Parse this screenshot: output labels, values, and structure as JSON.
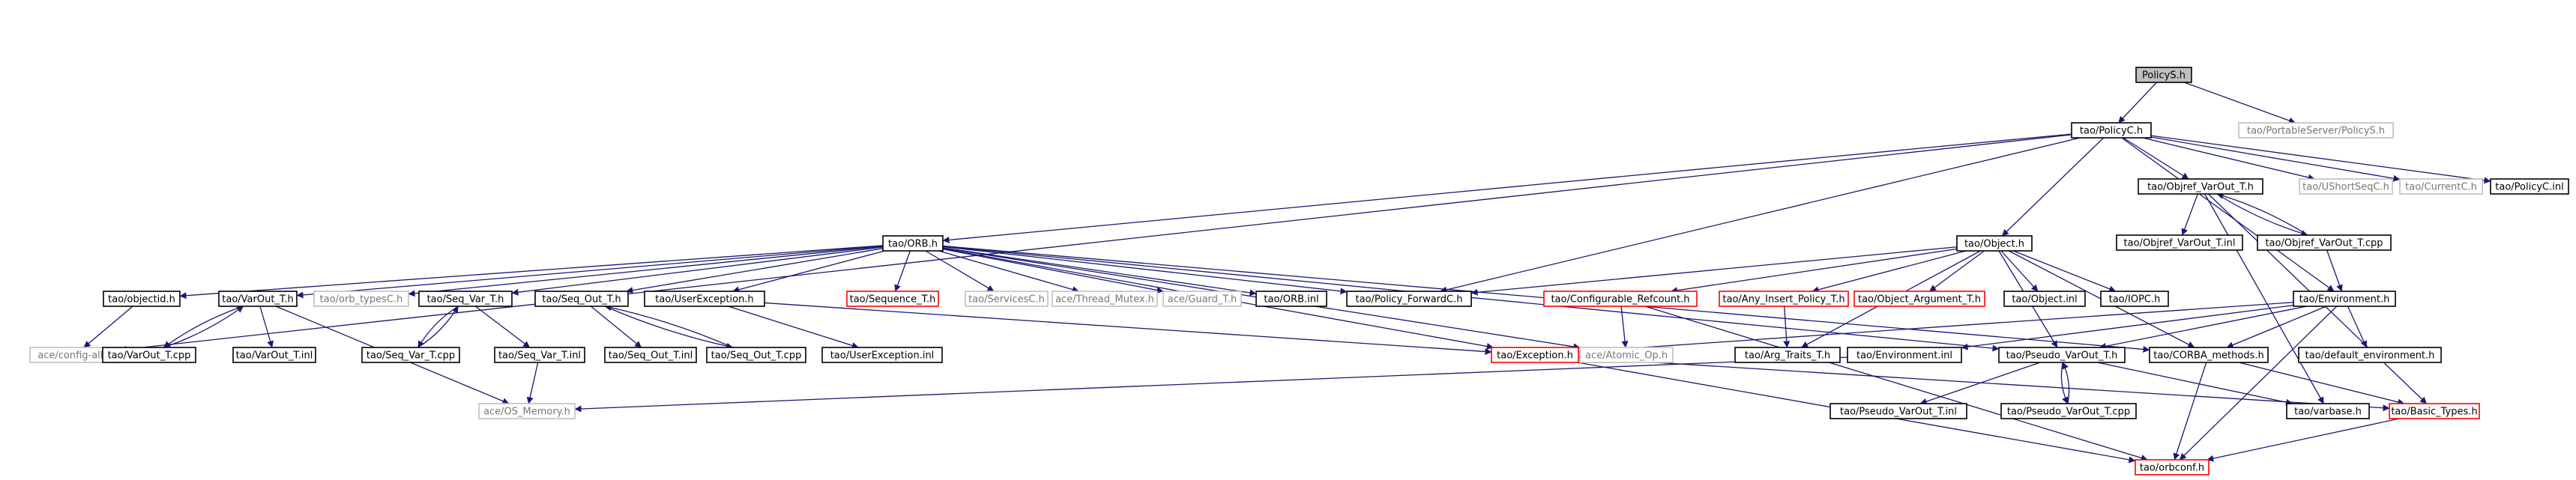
{
  "colors": {
    "normal_border": "#000000",
    "missing_border": "#ff0000",
    "external_border": "#bfbfbf",
    "root_fill": "#bfbfbf",
    "edge": "#191970",
    "text": "#000000",
    "muted_text": "#777777"
  },
  "nodes": [
    {
      "id": "root",
      "label": "PolicyS.h",
      "kind": "root"
    },
    {
      "id": "portable",
      "label": "tao/PortableServer/PolicyS.h",
      "kind": "external"
    },
    {
      "id": "policyc",
      "label": "tao/PolicyC.h",
      "kind": "normal"
    },
    {
      "id": "orb",
      "label": "tao/ORB.h",
      "kind": "normal"
    },
    {
      "id": "object",
      "label": "tao/Object.h",
      "kind": "normal"
    },
    {
      "id": "objvarh",
      "label": "tao/Objref_VarOut_T.h",
      "kind": "normal"
    },
    {
      "id": "ushort",
      "label": "tao/UShortSeqC.h",
      "kind": "external"
    },
    {
      "id": "currentc",
      "label": "tao/CurrentC.h",
      "kind": "external"
    },
    {
      "id": "policycinl",
      "label": "tao/PolicyC.inl",
      "kind": "normal"
    },
    {
      "id": "objvarinl",
      "label": "tao/Objref_VarOut_T.inl",
      "kind": "normal"
    },
    {
      "id": "objvarcpp",
      "label": "tao/Objref_VarOut_T.cpp",
      "kind": "normal"
    },
    {
      "id": "objectid",
      "label": "tao/objectid.h",
      "kind": "normal"
    },
    {
      "id": "varouth",
      "label": "tao/VarOut_T.h",
      "kind": "normal"
    },
    {
      "id": "orbtypes",
      "label": "tao/orb_typesC.h",
      "kind": "external"
    },
    {
      "id": "seqvarh",
      "label": "tao/Seq_Var_T.h",
      "kind": "normal"
    },
    {
      "id": "seqouth",
      "label": "tao/Seq_Out_T.h",
      "kind": "normal"
    },
    {
      "id": "userexc",
      "label": "tao/UserException.h",
      "kind": "normal"
    },
    {
      "id": "sequence",
      "label": "tao/Sequence_T.h",
      "kind": "missing"
    },
    {
      "id": "servicesc",
      "label": "tao/ServicesC.h",
      "kind": "external"
    },
    {
      "id": "threadmutex",
      "label": "ace/Thread_Mutex.h",
      "kind": "external"
    },
    {
      "id": "guard",
      "label": "ace/Guard_T.h",
      "kind": "external"
    },
    {
      "id": "orbinl",
      "label": "tao/ORB.inl",
      "kind": "normal"
    },
    {
      "id": "policyfwd",
      "label": "tao/Policy_ForwardC.h",
      "kind": "normal"
    },
    {
      "id": "configref",
      "label": "tao/Configurable_Refcount.h",
      "kind": "missing"
    },
    {
      "id": "anyinsert",
      "label": "tao/Any_Insert_Policy_T.h",
      "kind": "missing"
    },
    {
      "id": "objarg",
      "label": "tao/Object_Argument_T.h",
      "kind": "missing"
    },
    {
      "id": "objectinl",
      "label": "tao/Object.inl",
      "kind": "normal"
    },
    {
      "id": "iopc",
      "label": "tao/IOPC.h",
      "kind": "normal"
    },
    {
      "id": "environment",
      "label": "tao/Environment.h",
      "kind": "normal"
    },
    {
      "id": "configall",
      "label": "ace/config-all.h",
      "kind": "external"
    },
    {
      "id": "varoutcpp",
      "label": "tao/VarOut_T.cpp",
      "kind": "normal"
    },
    {
      "id": "varoutinl",
      "label": "tao/VarOut_T.inl",
      "kind": "normal"
    },
    {
      "id": "seqvarcpp",
      "label": "tao/Seq_Var_T.cpp",
      "kind": "normal"
    },
    {
      "id": "seqvarinl",
      "label": "tao/Seq_Var_T.inl",
      "kind": "normal"
    },
    {
      "id": "seqoutinl",
      "label": "tao/Seq_Out_T.inl",
      "kind": "normal"
    },
    {
      "id": "seqoutcpp",
      "label": "tao/Seq_Out_T.cpp",
      "kind": "normal"
    },
    {
      "id": "userexcinl",
      "label": "tao/UserException.inl",
      "kind": "normal"
    },
    {
      "id": "exception",
      "label": "tao/Exception.h",
      "kind": "missing"
    },
    {
      "id": "atomic",
      "label": "ace/Atomic_Op.h",
      "kind": "external"
    },
    {
      "id": "argtraits",
      "label": "tao/Arg_Traits_T.h",
      "kind": "normal"
    },
    {
      "id": "envinl",
      "label": "tao/Environment.inl",
      "kind": "normal"
    },
    {
      "id": "pseudoh",
      "label": "tao/Pseudo_VarOut_T.h",
      "kind": "normal"
    },
    {
      "id": "corbamethods",
      "label": "tao/CORBA_methods.h",
      "kind": "normal"
    },
    {
      "id": "defaultenv",
      "label": "tao/default_environment.h",
      "kind": "normal"
    },
    {
      "id": "osmemory",
      "label": "ace/OS_Memory.h",
      "kind": "external"
    },
    {
      "id": "pseudoinl",
      "label": "tao/Pseudo_VarOut_T.inl",
      "kind": "normal"
    },
    {
      "id": "pseudocpp",
      "label": "tao/Pseudo_VarOut_T.cpp",
      "kind": "normal"
    },
    {
      "id": "varbase",
      "label": "tao/varbase.h",
      "kind": "normal"
    },
    {
      "id": "basictypes",
      "label": "tao/Basic_Types.h",
      "kind": "missing"
    },
    {
      "id": "orbconf",
      "label": "tao/orbconf.h",
      "kind": "missing"
    }
  ],
  "edges": [
    [
      "root",
      "policyc"
    ],
    [
      "root",
      "portable"
    ],
    [
      "policyc",
      "orb"
    ],
    [
      "policyc",
      "object"
    ],
    [
      "policyc",
      "objvarh"
    ],
    [
      "policyc",
      "ushort"
    ],
    [
      "policyc",
      "currentc"
    ],
    [
      "policyc",
      "policycinl"
    ],
    [
      "policyc",
      "policyfwd"
    ],
    [
      "policyc",
      "configall"
    ],
    [
      "policyc",
      "environment"
    ],
    [
      "objvarh",
      "objvarinl"
    ],
    [
      "objvarh",
      "objvarcpp"
    ],
    [
      "objvarcpp",
      "objvarh"
    ],
    [
      "objvarh",
      "basictypes"
    ],
    [
      "objvarh",
      "varbase"
    ],
    [
      "objvarcpp",
      "environment"
    ],
    [
      "orb",
      "objectid"
    ],
    [
      "orb",
      "varouth"
    ],
    [
      "orb",
      "orbtypes"
    ],
    [
      "orb",
      "seqvarh"
    ],
    [
      "orb",
      "seqouth"
    ],
    [
      "orb",
      "userexc"
    ],
    [
      "orb",
      "sequence"
    ],
    [
      "orb",
      "servicesc"
    ],
    [
      "orb",
      "threadmutex"
    ],
    [
      "orb",
      "guard"
    ],
    [
      "orb",
      "orbinl"
    ],
    [
      "orb",
      "policyfwd"
    ],
    [
      "orb",
      "exception"
    ],
    [
      "orb",
      "pseudoh"
    ],
    [
      "orb",
      "corbamethods"
    ],
    [
      "orb",
      "atomic"
    ],
    [
      "object",
      "policyfwd"
    ],
    [
      "object",
      "configref"
    ],
    [
      "object",
      "anyinsert"
    ],
    [
      "object",
      "objarg"
    ],
    [
      "object",
      "objectinl"
    ],
    [
      "object",
      "iopc"
    ],
    [
      "object",
      "pseudoh"
    ],
    [
      "object",
      "corbamethods"
    ],
    [
      "object",
      "argtraits"
    ],
    [
      "objectid",
      "configall"
    ],
    [
      "varouth",
      "varoutcpp"
    ],
    [
      "varoutcpp",
      "varouth"
    ],
    [
      "varouth",
      "varoutinl"
    ],
    [
      "varouth",
      "osmemory"
    ],
    [
      "seqvarh",
      "seqvarcpp"
    ],
    [
      "seqvarcpp",
      "seqvarh"
    ],
    [
      "seqvarh",
      "seqvarinl"
    ],
    [
      "seqvarinl",
      "osmemory"
    ],
    [
      "seqouth",
      "seqoutinl"
    ],
    [
      "seqouth",
      "seqoutcpp"
    ],
    [
      "seqoutcpp",
      "seqouth"
    ],
    [
      "userexc",
      "userexcinl"
    ],
    [
      "userexc",
      "exception"
    ],
    [
      "configref",
      "atomic"
    ],
    [
      "configref",
      "orbconf"
    ],
    [
      "anyinsert",
      "argtraits"
    ],
    [
      "environment",
      "exception"
    ],
    [
      "environment",
      "envinl"
    ],
    [
      "environment",
      "pseudoh"
    ],
    [
      "environment",
      "corbamethods"
    ],
    [
      "environment",
      "defaultenv"
    ],
    [
      "environment",
      "orbconf"
    ],
    [
      "exception",
      "basictypes"
    ],
    [
      "exception",
      "orbconf"
    ],
    [
      "envinl",
      "osmemory"
    ],
    [
      "pseudoh",
      "pseudoinl"
    ],
    [
      "pseudoh",
      "pseudocpp"
    ],
    [
      "pseudocpp",
      "pseudoh"
    ],
    [
      "pseudoh",
      "varbase"
    ],
    [
      "corbamethods",
      "basictypes"
    ],
    [
      "corbamethods",
      "orbconf"
    ],
    [
      "basictypes",
      "orbconf"
    ]
  ]
}
